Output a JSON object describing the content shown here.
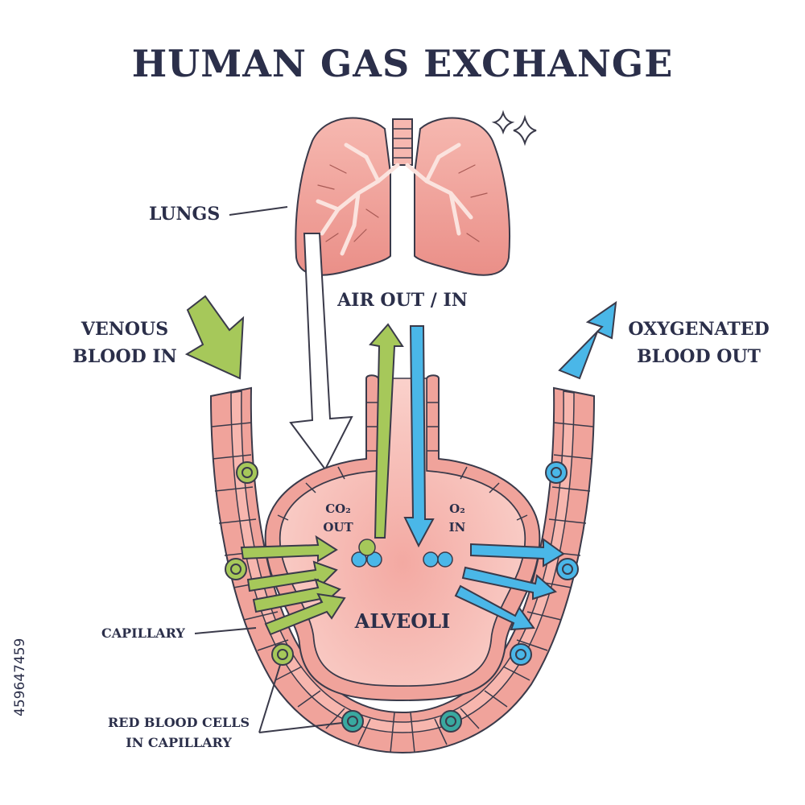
{
  "title": "HUMAN GAS EXCHANGE",
  "labels": {
    "lungs": "LUNGS",
    "air": "AIR OUT / IN",
    "venous_line1": "VENOUS",
    "venous_line2": "BLOOD IN",
    "oxygenated_line1": "OXYGENATED",
    "oxygenated_line2": "BLOOD OUT",
    "co2_line1": "CO₂",
    "co2_line2": "OUT",
    "o2_line1": "O₂",
    "o2_line2": "IN",
    "alveoli": "ALVEOLI",
    "capillary": "CAPILLARY",
    "rbc_line1": "RED BLOOD CELLS",
    "rbc_line2": "IN CAPILLARY"
  },
  "stock_id": "459647459",
  "colors": {
    "tissue": "#f0a39b",
    "tissue_light": "#f7c4bc",
    "outline": "#3a3a4a",
    "co2_green": "#a6c85a",
    "o2_blue": "#4ab7e8",
    "text": "#2b2f4a"
  }
}
